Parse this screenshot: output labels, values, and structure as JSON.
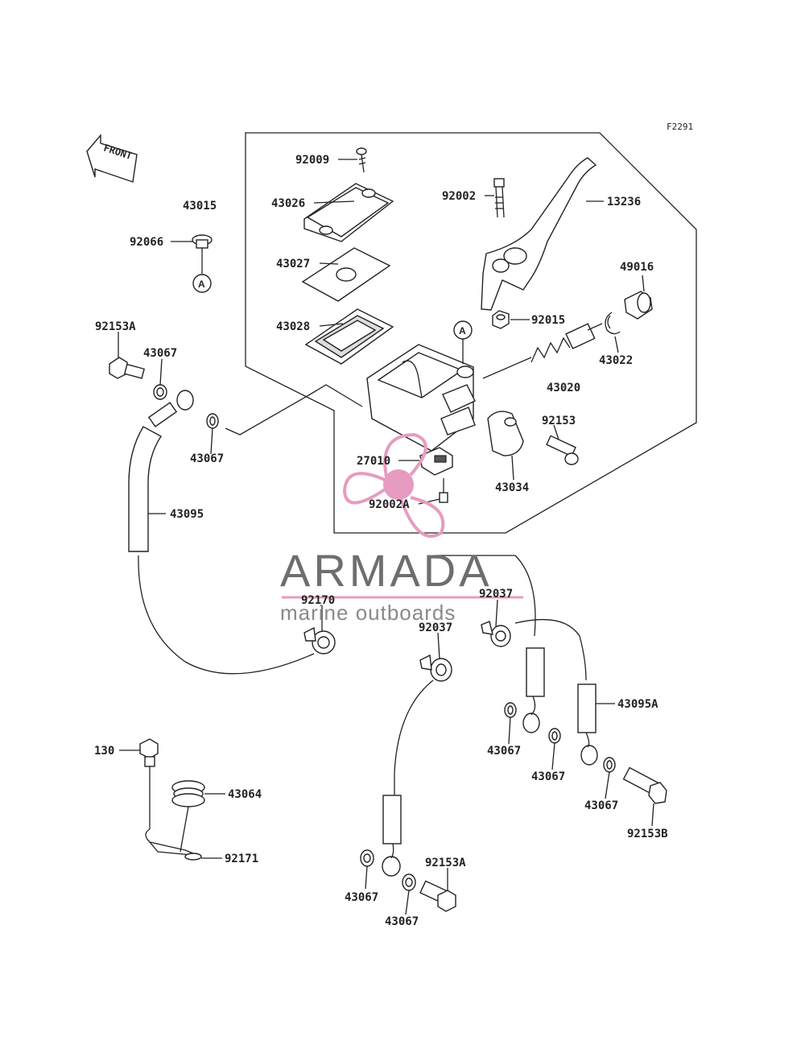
{
  "diagram": {
    "code": "F2291",
    "front_label": "FRONT",
    "circle_ref": "A",
    "labels": {
      "p92009": "92009",
      "p43026": "43026",
      "p43027": "43027",
      "p43028": "43028",
      "p43015": "43015",
      "p92066": "92066",
      "p92002": "92002",
      "p13236": "13236",
      "p49016": "49016",
      "p92015": "92015",
      "p43022": "43022",
      "p43020": "43020",
      "p92153": "92153",
      "p43034": "43034",
      "p27010": "27010",
      "p92002A": "92002A",
      "p92153A_top": "92153A",
      "p43067_a": "43067",
      "p43067_b": "43067",
      "p43095": "43095",
      "p92170": "92170",
      "p92037_a": "92037",
      "p92037_b": "92037",
      "p43095A": "43095A",
      "p43067_c": "43067",
      "p43067_d": "43067",
      "p43067_e": "43067",
      "p92153B": "92153B",
      "p130": "130",
      "p43064": "43064",
      "p92171": "92171",
      "p92153A_bot": "92153A",
      "p43067_f": "43067",
      "p43067_g": "43067"
    }
  },
  "watermark": {
    "brand": "ARMADA",
    "tagline": "marine outboards",
    "accent_color": "#e79bc0",
    "text_color": "#6e6e6e"
  }
}
